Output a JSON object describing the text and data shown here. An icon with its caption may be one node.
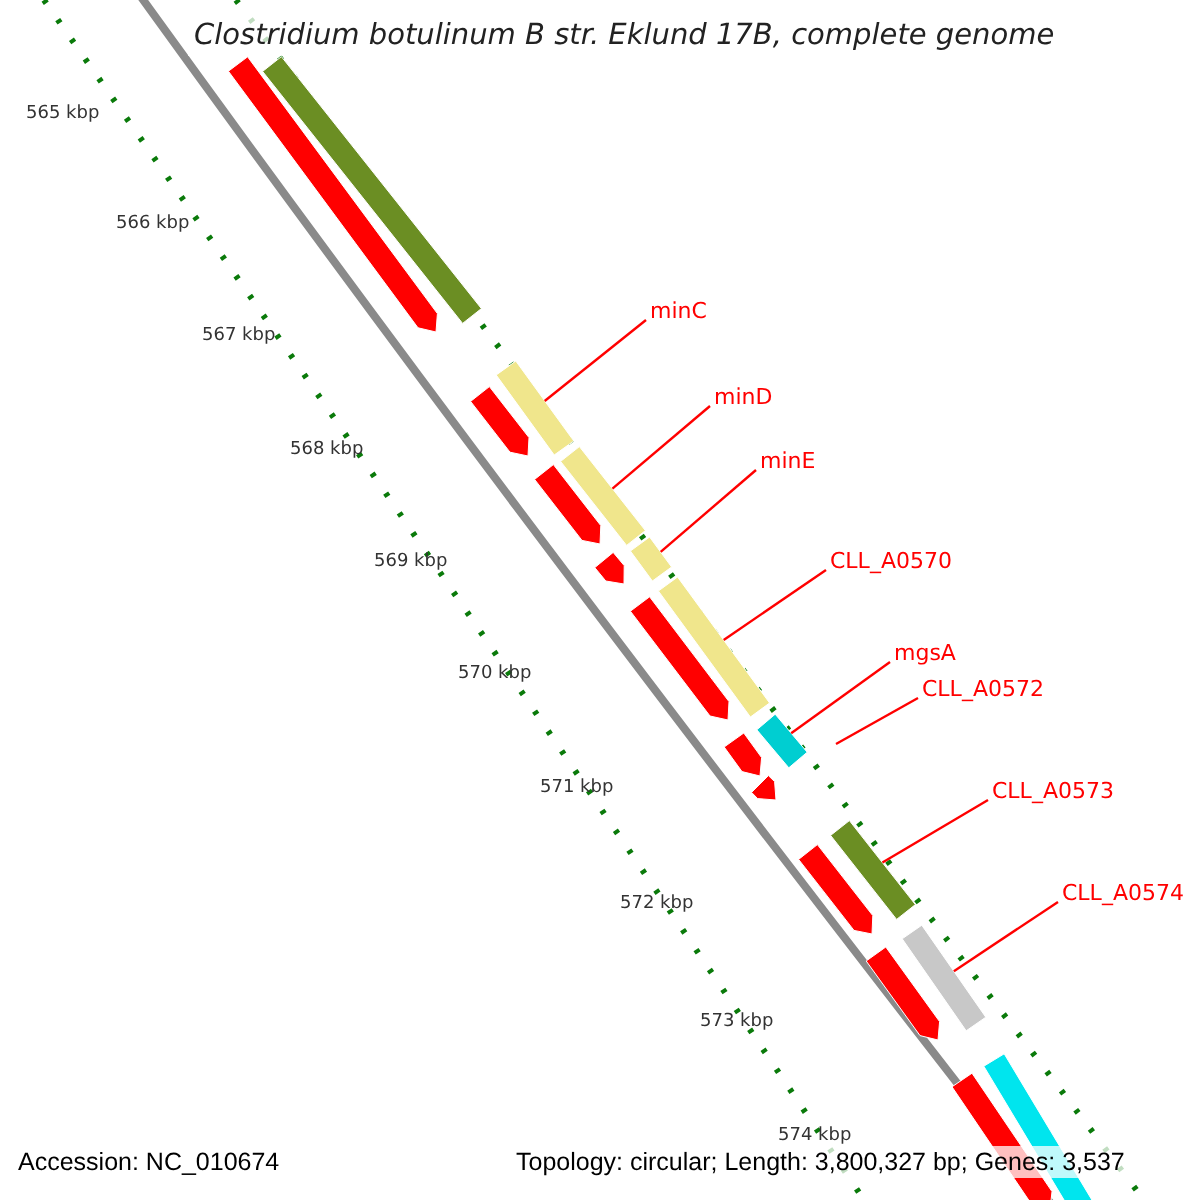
{
  "diagram": {
    "title": "Clostridium botulinum B str. Eklund 17B, complete genome",
    "nodes": [
      {
        "text": [
          "minC"
        ]
      },
      {
        "text": [
          "minD"
        ]
      },
      {
        "text": [
          "minE"
        ]
      },
      {
        "text": [
          "CLL_A0570"
        ]
      },
      {
        "text": [
          "mgsA"
        ]
      },
      {
        "text": [
          "CLL_A0572"
        ]
      },
      {
        "text": [
          "CLL_A0573"
        ]
      },
      {
        "text": [
          "CLL_A0574"
        ]
      },
      {
        "text": [],
        "shape": "bar"
      },
      {
        "text": [],
        "shape": "bar"
      },
      {
        "text": [],
        "shape": "bar"
      },
      {
        "text": [],
        "shape": "bar"
      },
      {
        "text": [],
        "shape": "bar"
      },
      {
        "text": [],
        "shape": "bar"
      },
      {
        "text": [],
        "shape": "bar"
      },
      {
        "text": [],
        "shape": "bar"
      },
      {
        "text": [],
        "shape": "bar"
      },
      {
        "text": [],
        "shape": "bar"
      },
      {
        "text": [],
        "shape": "bar"
      },
      {
        "text": [],
        "shape": "bar"
      },
      {
        "text": [],
        "shape": "bar"
      },
      {
        "text": [],
        "shape": "bar"
      },
      {
        "text": [],
        "shape": "bar"
      },
      {
        "text": [],
        "shape": "bar"
      },
      {
        "text": [],
        "shape": "bar"
      },
      {
        "text": [],
        "shape": "bar"
      },
      {
        "text": [],
        "shape": "bar"
      }
    ],
    "edges": [
      {
        "from": 0,
        "to": 8,
        "arrow": "none"
      },
      {
        "from": 1,
        "to": 9,
        "arrow": "none"
      },
      {
        "from": 2,
        "to": 10,
        "arrow": "none"
      },
      {
        "from": 3,
        "to": 11,
        "arrow": "none"
      },
      {
        "from": 4,
        "to": 12,
        "arrow": "none"
      },
      {
        "from": 5,
        "to": null,
        "arrow": "none"
      },
      {
        "from": 6,
        "to": 13,
        "arrow": "none"
      },
      {
        "from": 7,
        "to": 14,
        "arrow": "none"
      }
    ],
    "labels": [
      "565 kbp",
      "566 kbp",
      "567 kbp",
      "568 kbp",
      "569 kbp",
      "570 kbp",
      "571 kbp",
      "572 kbp",
      "573 kbp",
      "574 kbp",
      "Accession: NC_010674",
      "Topology: circular; Length: 3,800,327 bp; Genes: 3,537"
    ]
  }
}
